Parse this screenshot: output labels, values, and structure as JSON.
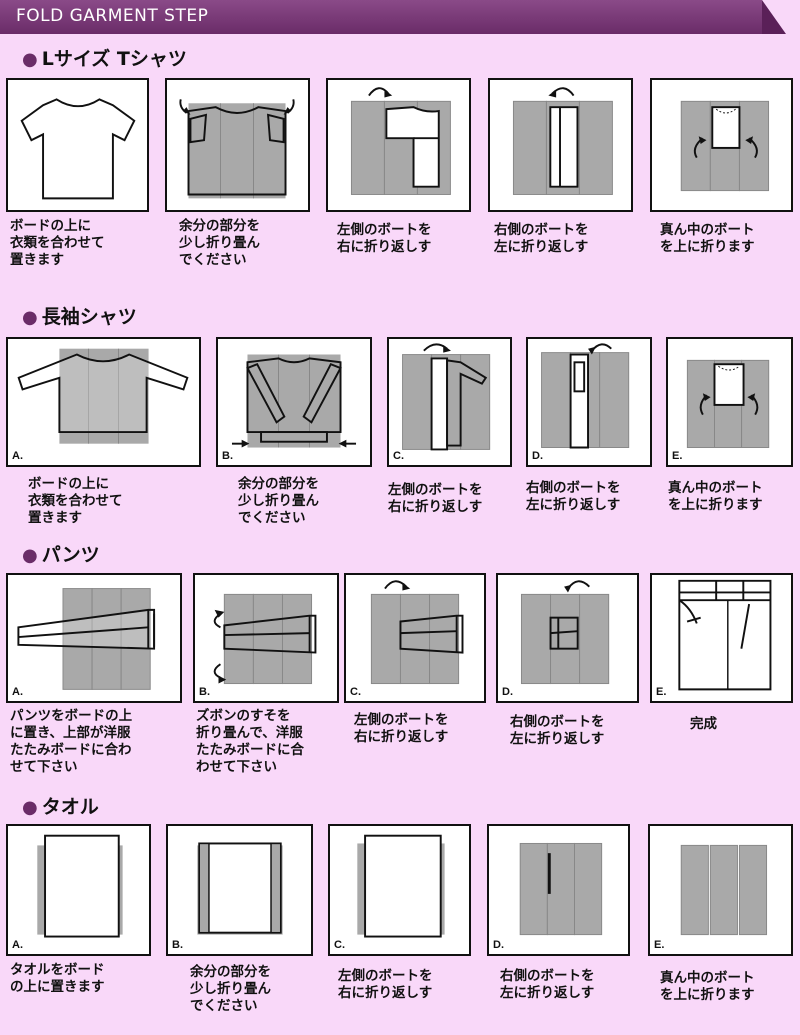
{
  "header": {
    "title": "FOLD GARMENT STEP"
  },
  "sections": [
    {
      "title": "Lサイズ Tシャツ",
      "steps": [
        {
          "letter": "",
          "caption": "ボードの上に\n衣類を合わせて\n置きます"
        },
        {
          "letter": "",
          "caption": "余分の部分を\n少し折り畳ん\nでください"
        },
        {
          "letter": "",
          "caption": "左側のボートを\n右に折り返しす"
        },
        {
          "letter": "",
          "caption": "右側のボートを\n左に折り返しす"
        },
        {
          "letter": "",
          "caption": "真ん中のボート\nを上に折ります"
        }
      ]
    },
    {
      "title": "長袖シャツ",
      "steps": [
        {
          "letter": "A.",
          "caption": "ボードの上に\n衣類を合わせて\n置きます"
        },
        {
          "letter": "B.",
          "caption": "余分の部分を\n少し折り畳ん\nでください"
        },
        {
          "letter": "C.",
          "caption": "左側のボートを\n右に折り返しす"
        },
        {
          "letter": "D.",
          "caption": "右側のボートを\n左に折り返しす"
        },
        {
          "letter": "E.",
          "caption": "真ん中のボート\nを上に折ります"
        }
      ]
    },
    {
      "title": "パンツ",
      "steps": [
        {
          "letter": "A.",
          "caption": "パンツをボードの上\nに置き、上部が洋服\nたたみボードに合わ\nせて下さい"
        },
        {
          "letter": "B.",
          "caption": "ズボンのすそを\n折り畳んで、洋服\nたたみボードに合\nわせて下さい"
        },
        {
          "letter": "C.",
          "caption": "左側のボートを\n右に折り返しす"
        },
        {
          "letter": "D.",
          "caption": "右側のボートを\n左に折り返しす"
        },
        {
          "letter": "E.",
          "caption": "完成"
        }
      ]
    },
    {
      "title": "タオル",
      "steps": [
        {
          "letter": "A.",
          "caption": "タオルをボード\nの上に置きます"
        },
        {
          "letter": "B.",
          "caption": "余分の部分を\n少し折り畳ん\nでください"
        },
        {
          "letter": "C.",
          "caption": "左側のボートを\n右に折り返しす"
        },
        {
          "letter": "D.",
          "caption": "右側のボートを\n左に折り返しす"
        },
        {
          "letter": "E.",
          "caption": "真ん中のボート\nを上に折ります"
        }
      ]
    }
  ],
  "colors": {
    "background": "#f9d8f9",
    "header": "#7a3a78",
    "board": "#a9a9a9",
    "outline": "#111111"
  }
}
